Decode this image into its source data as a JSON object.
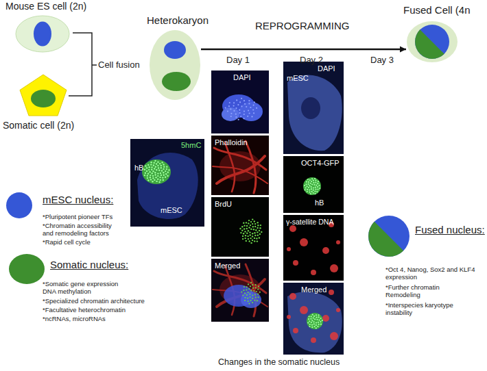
{
  "diagram": {
    "caption": "Changes in the somatic nucleus",
    "nodes": [
      {
        "text": [
          "Mouse ES cell (2n)"
        ]
      },
      {
        "text": [
          "Somatic cell (2n)"
        ]
      },
      {
        "text": [
          "Heterokaryon"
        ]
      },
      {
        "text": [
          "Fused Cell (4n"
        ]
      },
      {
        "text": [
          "5hmC",
          "hB",
          "mESC"
        ]
      },
      {
        "text": [
          "DAPI"
        ]
      },
      {
        "text": [
          "Phalloidin"
        ]
      },
      {
        "text": [
          "BrdU"
        ]
      },
      {
        "text": [
          "Merged"
        ]
      },
      {
        "text": [
          "DAPI",
          "mESC"
        ]
      },
      {
        "text": [
          "OCT4-GFP",
          "hB"
        ]
      },
      {
        "text": [
          "γ-satellite DNA"
        ]
      },
      {
        "text": [
          "Merged"
        ]
      }
    ],
    "edges": [
      {
        "from": 2,
        "to": 3,
        "arrow": "to"
      }
    ],
    "labels": [
      "Cell fusion",
      "REPROGRAMMING",
      "Day 1",
      "Day 2",
      "Day 3",
      "*Pluripotent pioneer TFs",
      "*Chromatin accessibility and remodeling factors",
      "*Rapid cell cycle",
      "*Somatic gene expression DNA methylation",
      "*Specialized chromatin architecture",
      "*Facultative heterochromatin",
      "*ncRNAs, microRNAs",
      "*Oct 4, Nanog, Sox2 and KLF4 expression",
      "*Further chromatin Remodeling",
      "*Interspecies karyotype instability"
    ],
    "legend": [
      {
        "text": "mESC nucleus:",
        "color": "#3557d6"
      },
      {
        "text": "Somatic nucleus:",
        "color": "#3e8f2f"
      },
      {
        "text": "Fused nucleus:"
      }
    ]
  }
}
